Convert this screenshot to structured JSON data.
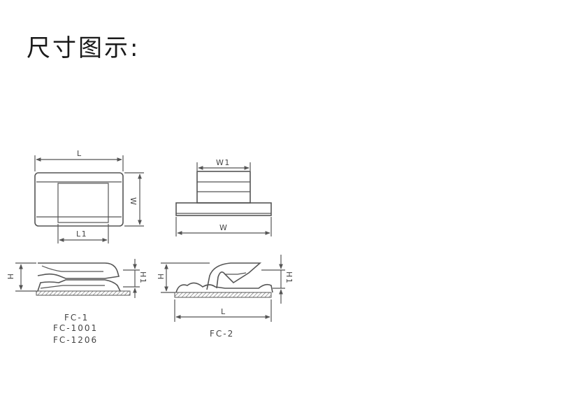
{
  "page": {
    "title": "尺寸图示:"
  },
  "diagram": {
    "fc1_top": {
      "label_L": "L",
      "label_W": "W",
      "label_L1": "L1"
    },
    "fc2_top": {
      "label_W1": "W1",
      "label_W": "W"
    },
    "fc1_side": {
      "label_H": "H",
      "label_H1": "H1"
    },
    "fc2_side": {
      "label_H": "H",
      "label_H1": "H1",
      "label_L": "L"
    },
    "captions": {
      "fc1_models": [
        "FC-1",
        "FC-1001",
        "FC-1206"
      ],
      "fc2_model": "FC-2"
    }
  },
  "colors": {
    "line": "#555555",
    "text": "#444444",
    "title": "#1a1a1a"
  }
}
